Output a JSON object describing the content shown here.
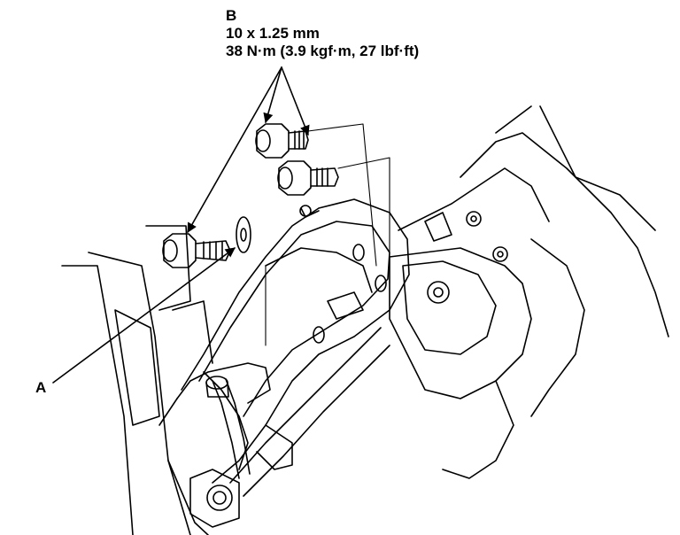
{
  "callout_b": {
    "letter": "B",
    "size": "10 x 1.25 mm",
    "torque": "38 N·m (3.9 kgf·m, 27 lbf·ft)"
  },
  "label_a": "A",
  "colors": {
    "ink": "#000000",
    "paper": "#ffffff"
  }
}
